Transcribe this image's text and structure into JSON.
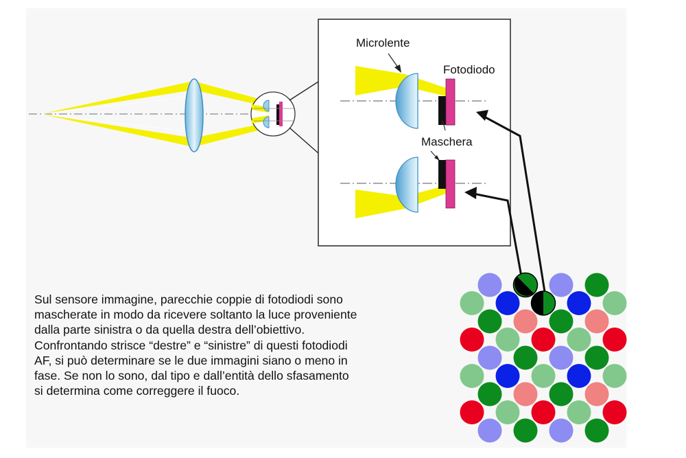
{
  "labels": {
    "microlens": "Microlente",
    "photodiode": "Fotodiodo",
    "mask": "Maschera"
  },
  "description": {
    "lines": [
      "Sul sensore immagine, parecchie coppie di fotodiodi sono",
      "mascherate in modo da ricevere soltanto la luce proveniente",
      "dalla parte sinistra o da quella destra dell’obiettivo.",
      "Confrontando strisce “destre” e “sinistre” di questi fotodiodi",
      "AF, si può determinare se le due immagini siano o meno in",
      "fase. Se non lo sono, dal tipo e dall’entità dello sfasamento",
      "si determina come correggere il fuoco."
    ]
  },
  "colors": {
    "light_beam": "#f4f000",
    "lens": "#a8d6ee",
    "photodiode": "#dd3a93",
    "mask": "#111111",
    "pixel_blue": "#0b21e6",
    "pixel_green": "#0c8c1e",
    "pixel_red": "#e8001e",
    "pixel_light_blue": "#8c8cf2",
    "pixel_light_green": "#82c88c",
    "pixel_pink": "#f08282"
  },
  "sensor_grid": {
    "rows": [
      [
        "light_blue",
        "af_top",
        "light_blue",
        "green"
      ],
      [
        "light_green",
        "blue",
        "af_bottom",
        "blue",
        "light_green"
      ],
      [
        "green",
        "pink",
        "green",
        "pink"
      ],
      [
        "red",
        "light_green",
        "red",
        "light_green",
        "red"
      ],
      [
        "light_blue",
        "green",
        "light_blue",
        "green"
      ],
      [
        "light_green",
        "blue",
        "light_green",
        "blue",
        "light_green"
      ],
      [
        "green",
        "pink",
        "green",
        "pink"
      ],
      [
        "red",
        "light_green",
        "red",
        "light_green",
        "red"
      ],
      [
        "light_blue",
        "green",
        "light_blue",
        "green"
      ]
    ]
  }
}
